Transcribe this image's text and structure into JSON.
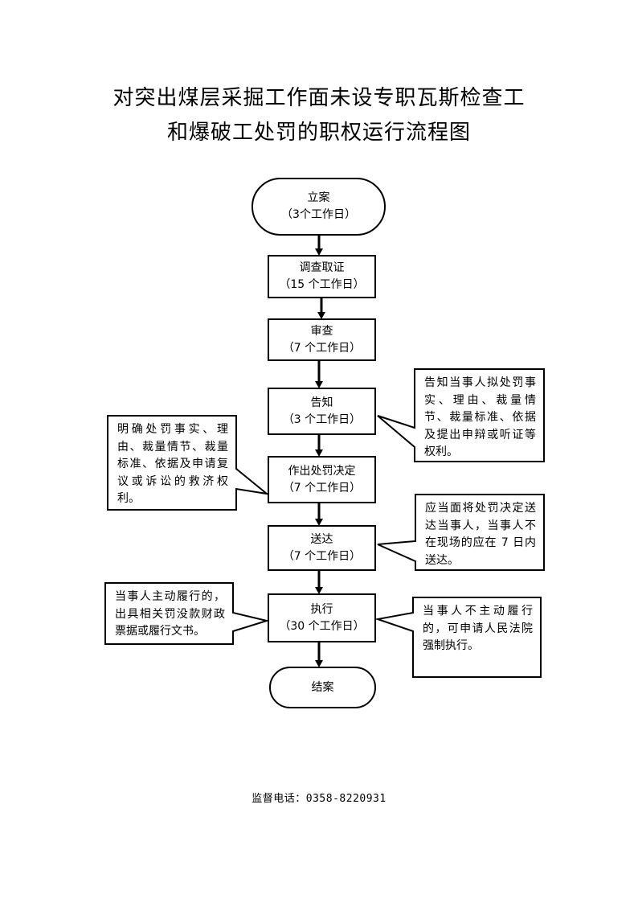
{
  "title": {
    "line1": "对突出煤层采掘工作面未设专职瓦斯检查工",
    "line2": "和爆破工处罚的职权运行流程图"
  },
  "flow": {
    "filing": {
      "label": "立案",
      "duration": "（3个工作日）"
    },
    "investigation": {
      "label": "调查取证",
      "duration": "（15 个工作日）"
    },
    "review": {
      "label": "审查",
      "duration": "（7 个工作日）"
    },
    "notification": {
      "label": "告知",
      "duration": "（3 个工作日）"
    },
    "decision": {
      "label": "作出处罚决定",
      "duration": "（7 个工作日）"
    },
    "delivery": {
      "label": "送达",
      "duration": "（7 个工作日）"
    },
    "execution": {
      "label": "执行",
      "duration": "（30 个工作日）"
    },
    "closing": {
      "label": "结案"
    }
  },
  "notes": {
    "notify_rights": "告知当事人拟处罚事实、理由、裁量情节、裁量标准、依据及提出申辩或听证等权利。",
    "decision_content": "明确处罚事实、理由、裁量情节、裁量标准、依据及申请复议或诉讼的救济权利。",
    "delivery_rule": "应当面将处罚决定送达当事人，当事人不在现场的应在 7 日内送达。",
    "voluntary_performance": "当事人主动履行的，出具相关罚没款财政票据或履行文书。",
    "enforcement": "当事人不主动履行的，可申请人民法院强制执行。"
  },
  "footer": {
    "contact": "监督电话：0358-8220931"
  }
}
